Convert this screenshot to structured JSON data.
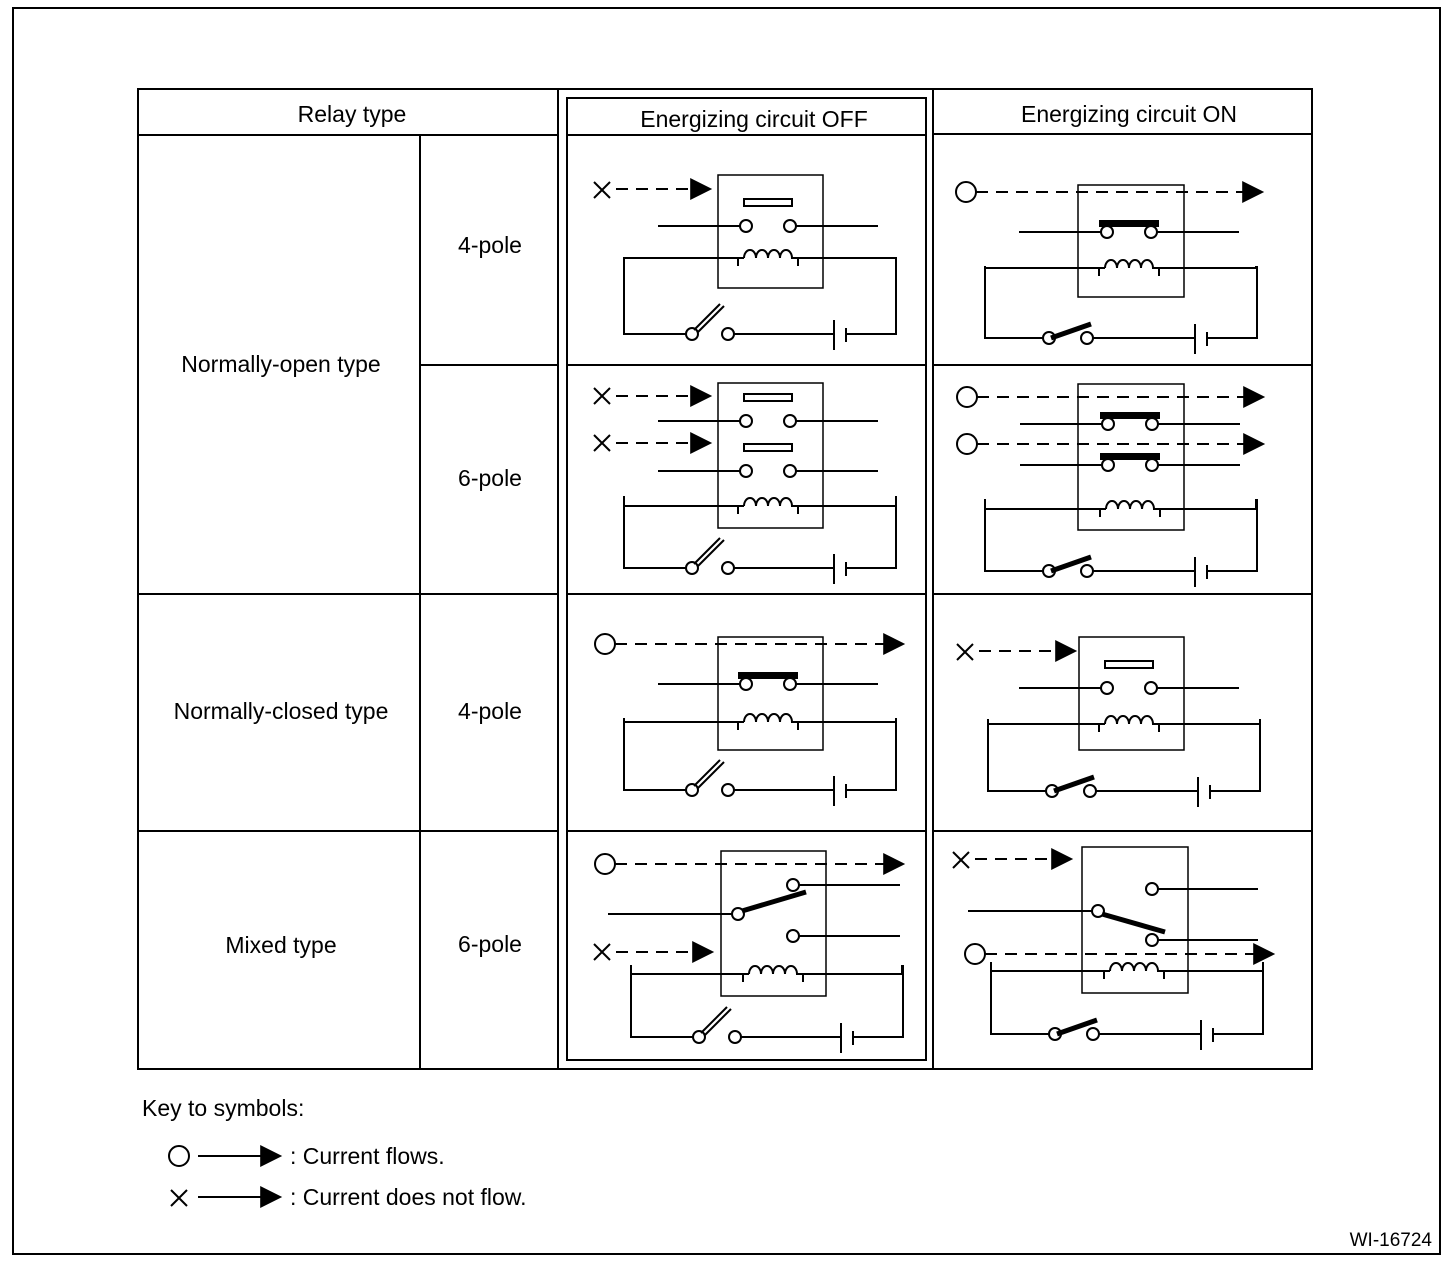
{
  "header": {
    "relay_type": "Relay type",
    "off": "Energizing circuit OFF",
    "on": "Energizing circuit ON"
  },
  "rows": {
    "normally_open": "Normally-open type",
    "normally_closed": "Normally-closed type",
    "mixed": "Mixed type",
    "pole4": "4-pole",
    "pole6": "6-pole"
  },
  "legend": {
    "title": "Key to symbols:",
    "flows": ": Current flows.",
    "not_flows": ": Current does not flow."
  },
  "figure_id": "WI-16724"
}
